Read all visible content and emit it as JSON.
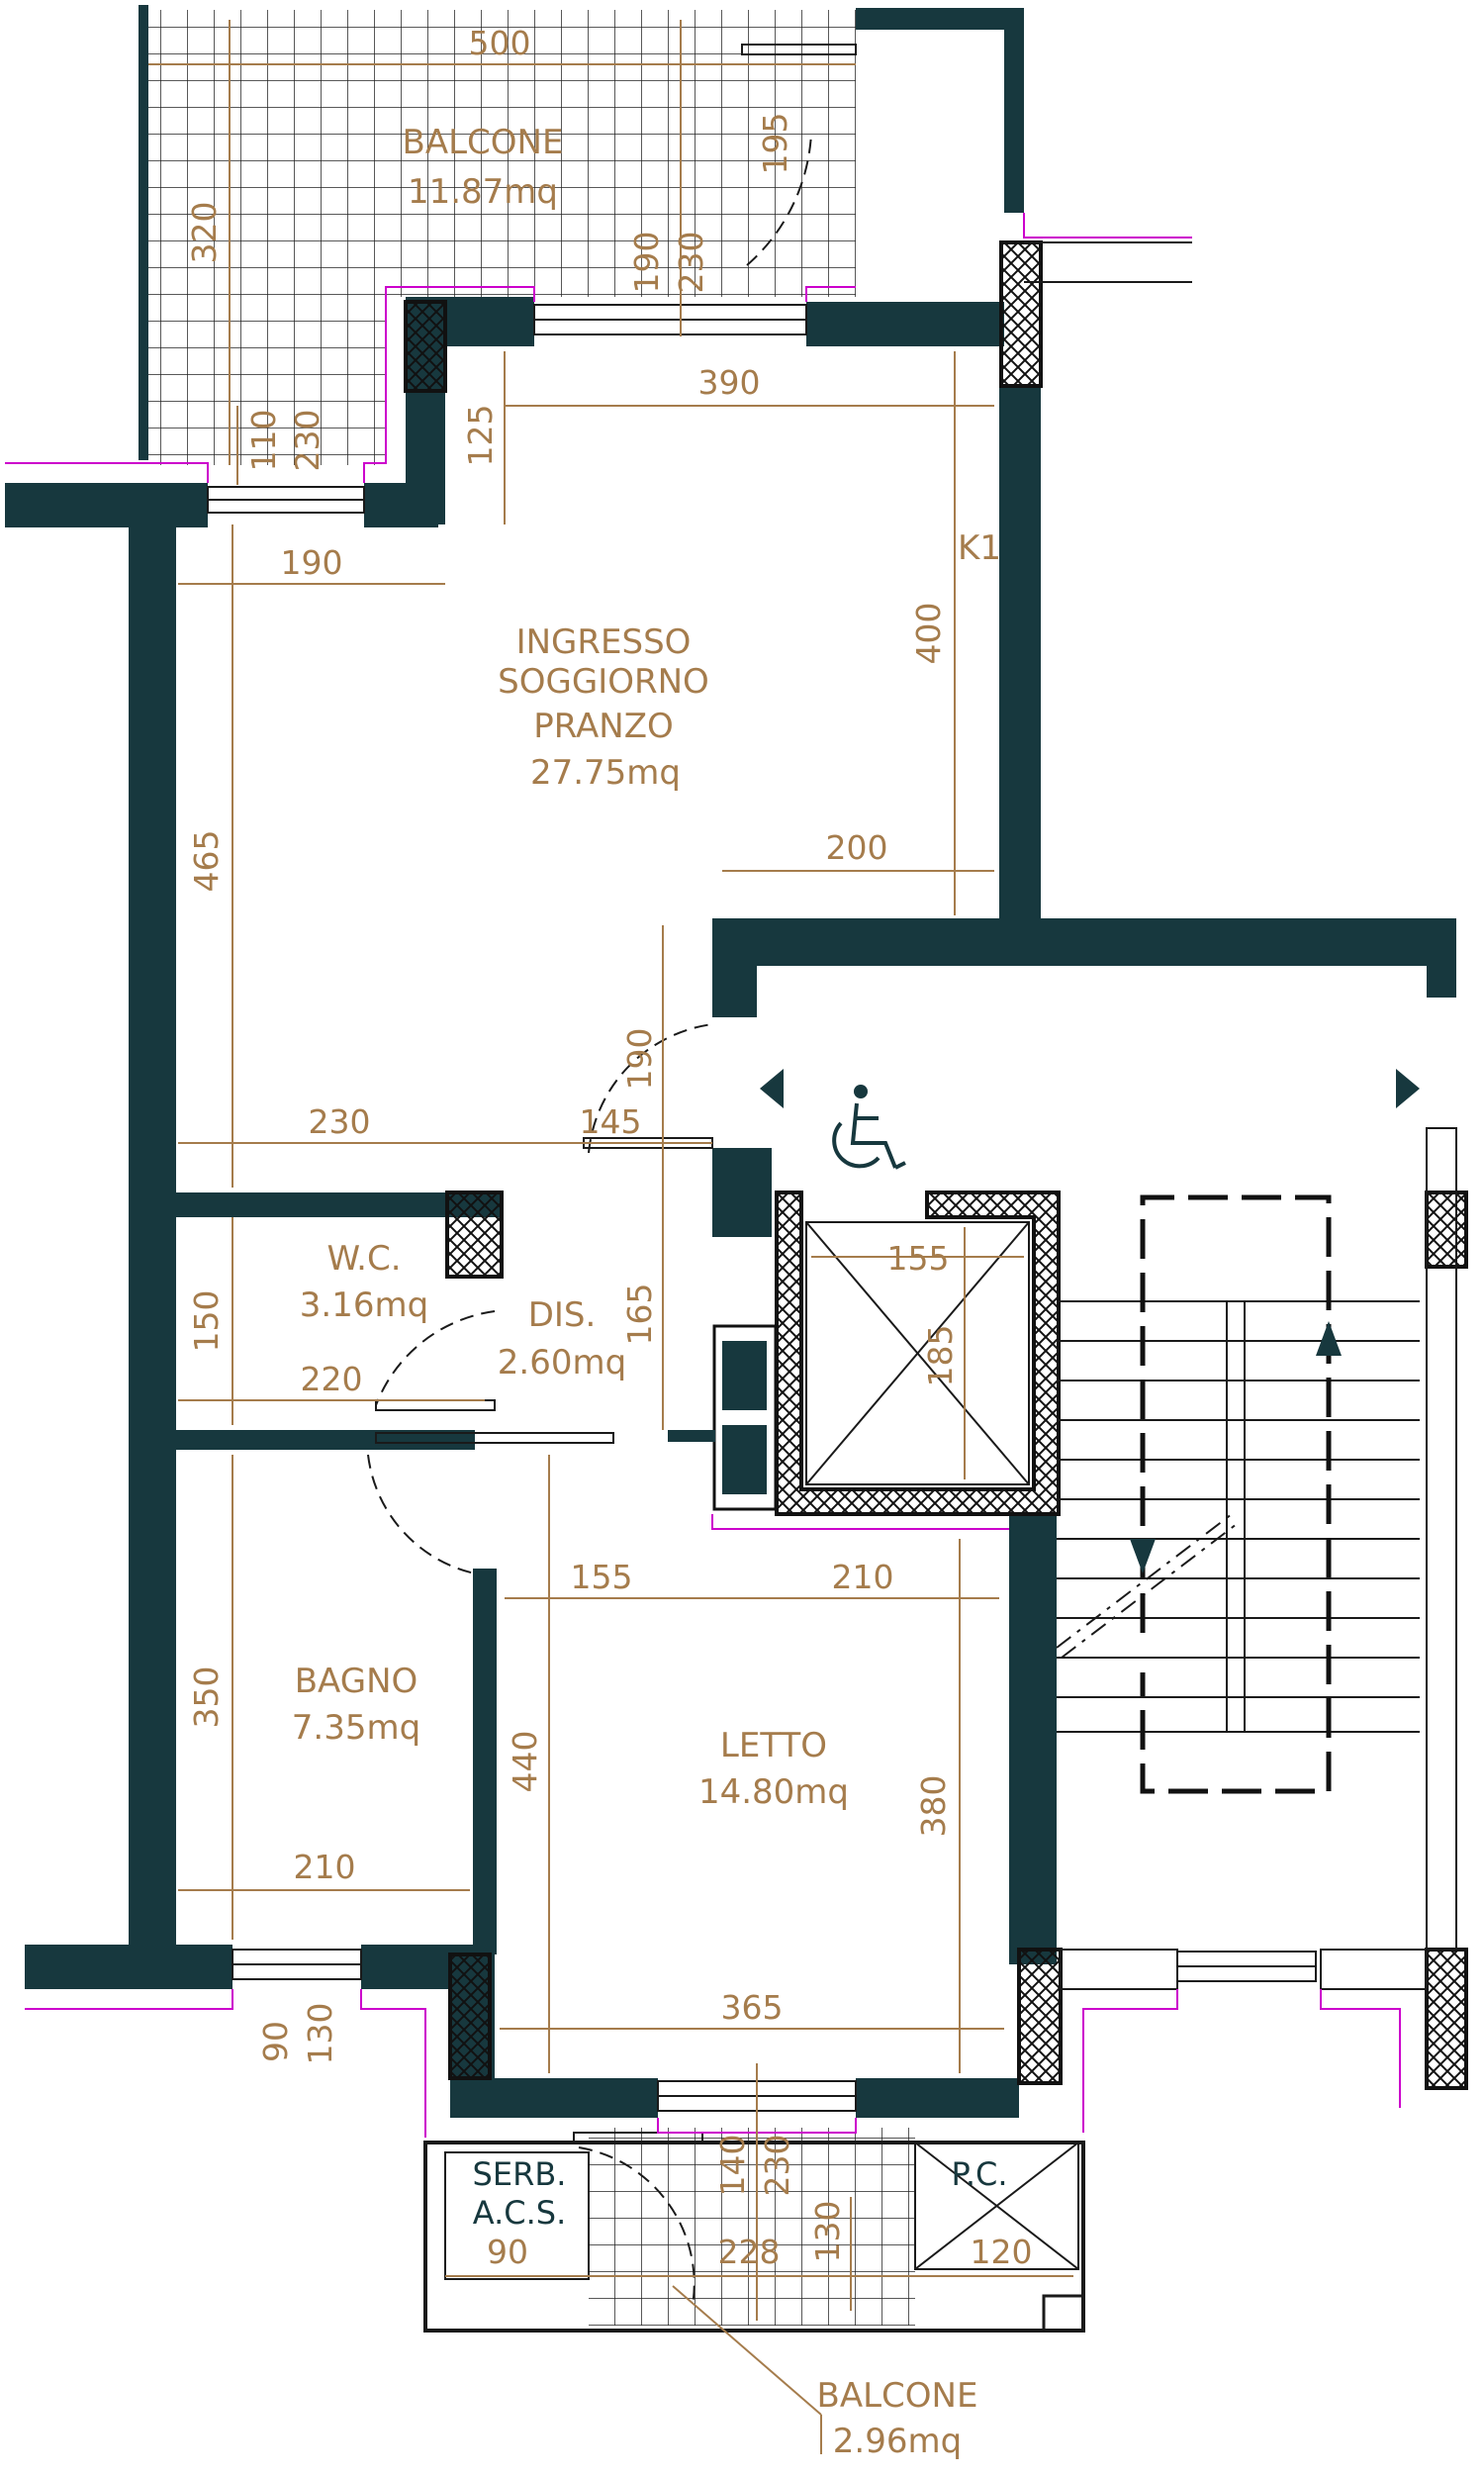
{
  "colors": {
    "wall": "#17383e",
    "label": "#a57c4c",
    "outline": "#cc00cc"
  },
  "rooms": {
    "balcone_top": {
      "name": "BALCONE",
      "area": "11.87mq"
    },
    "soggiorno": {
      "line1": "INGRESSO",
      "line2": "SOGGIORNO",
      "line3": "PRANZO",
      "area": "27.75mq"
    },
    "wc": {
      "name": "W.C.",
      "area": "3.16mq"
    },
    "dis": {
      "name": "DIS.",
      "area": "2.60mq"
    },
    "bagno": {
      "name": "BAGNO",
      "area": "7.35mq"
    },
    "letto": {
      "name": "LETTO",
      "area": "14.80mq"
    },
    "balcone_bottom": {
      "name": "BALCONE",
      "area": "2.96mq"
    },
    "serb": {
      "line1": "SERB.",
      "line2": "A.C.S."
    },
    "pc": {
      "name": "P.C."
    }
  },
  "labels": {
    "k1": "K1"
  },
  "icons": {
    "accessibility": "wheelchair-icon"
  },
  "dimensions": {
    "d500": "500",
    "d320": "320",
    "d195": "195",
    "d190a": "190",
    "d230a": "230",
    "d390": "390",
    "d125": "125",
    "d110": "110",
    "d230b": "230",
    "d190b": "190",
    "d400": "400",
    "d465": "465",
    "d200": "200",
    "d190c": "190",
    "d230c": "230",
    "d145": "145",
    "d150": "150",
    "d220": "220",
    "d165": "165",
    "d155a": "155",
    "d185": "185",
    "d155b": "155",
    "d210a": "210",
    "d350": "350",
    "d440": "440",
    "d380": "380",
    "d210b": "210",
    "d365": "365",
    "d90a": "90",
    "d130a": "130",
    "d140": "140",
    "d230d": "230",
    "d90b": "90",
    "d228": "228",
    "d130b": "130",
    "d120": "120"
  }
}
